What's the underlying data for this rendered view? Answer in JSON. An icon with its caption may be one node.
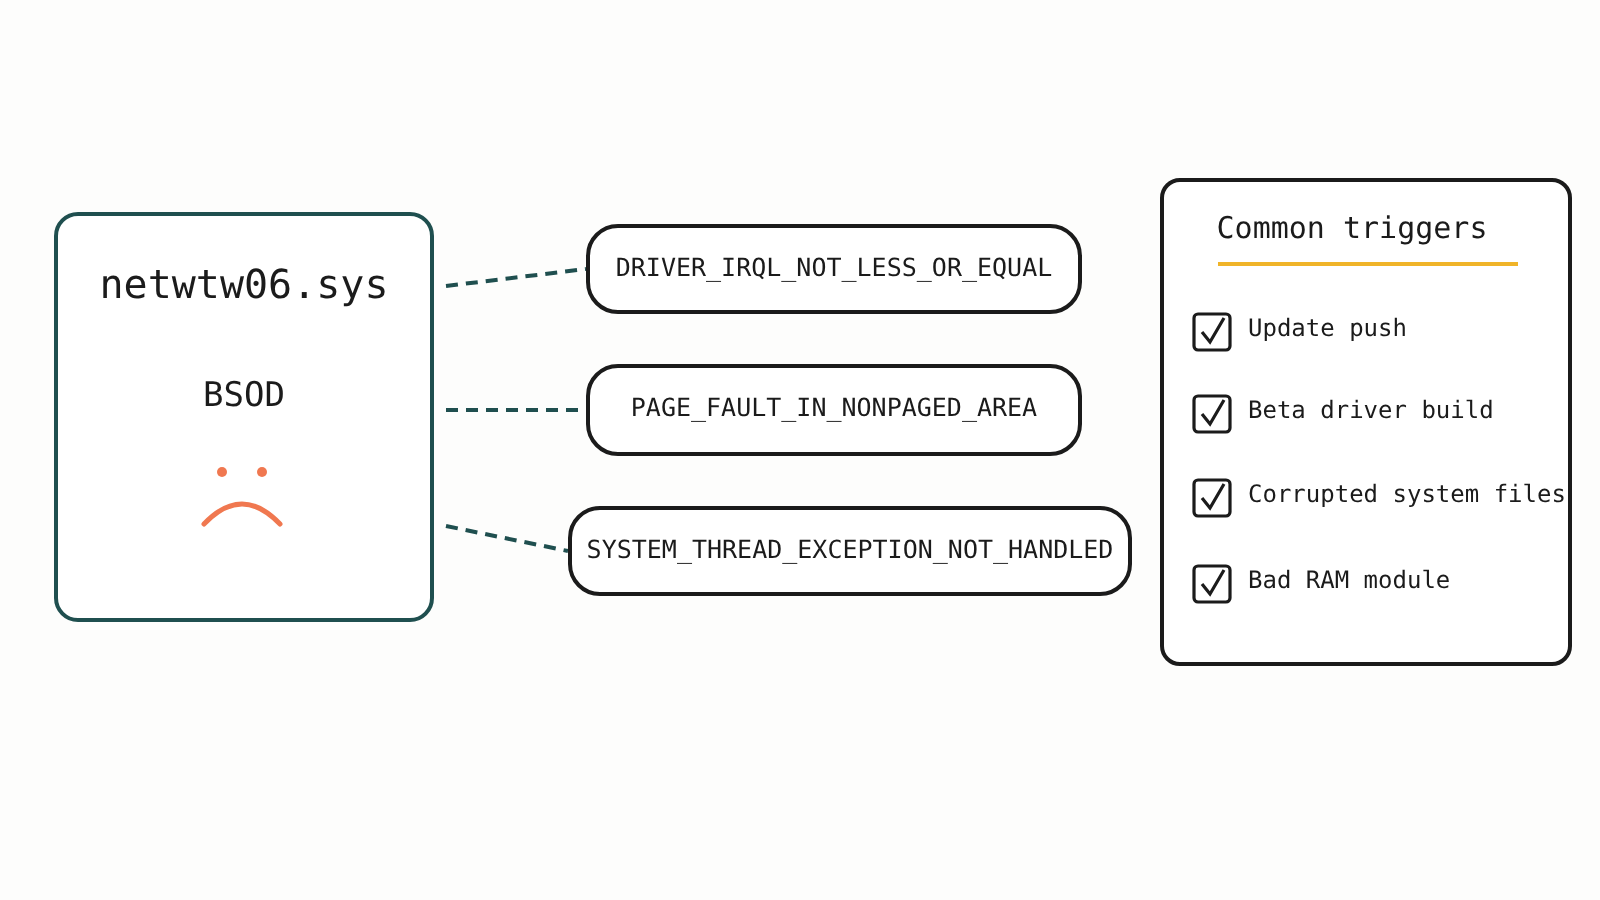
{
  "diagram": {
    "nodes": [
      {
        "text": [
          "netwtw06.sys",
          "BSOD"
        ]
      },
      {
        "text": [
          "DRIVER_IRQL_NOT_LESS_OR_EQUAL"
        ]
      },
      {
        "text": [
          "PAGE_FAULT_IN_NONPAGED_AREA"
        ]
      },
      {
        "text": [
          "SYSTEM_THREAD_EXCEPTION_NOT_HANDLED"
        ]
      },
      {
        "text": [
          "Common triggers",
          "Update push",
          "Beta driver build",
          "Corrupted system files",
          "Bad RAM module"
        ]
      }
    ],
    "edges": [
      {
        "from": 0,
        "to": 1,
        "arrow": "none",
        "style": "dashed"
      },
      {
        "from": 0,
        "to": 2,
        "arrow": "none",
        "style": "dashed"
      },
      {
        "from": 0,
        "to": 3,
        "arrow": "none",
        "style": "dashed"
      }
    ]
  }
}
